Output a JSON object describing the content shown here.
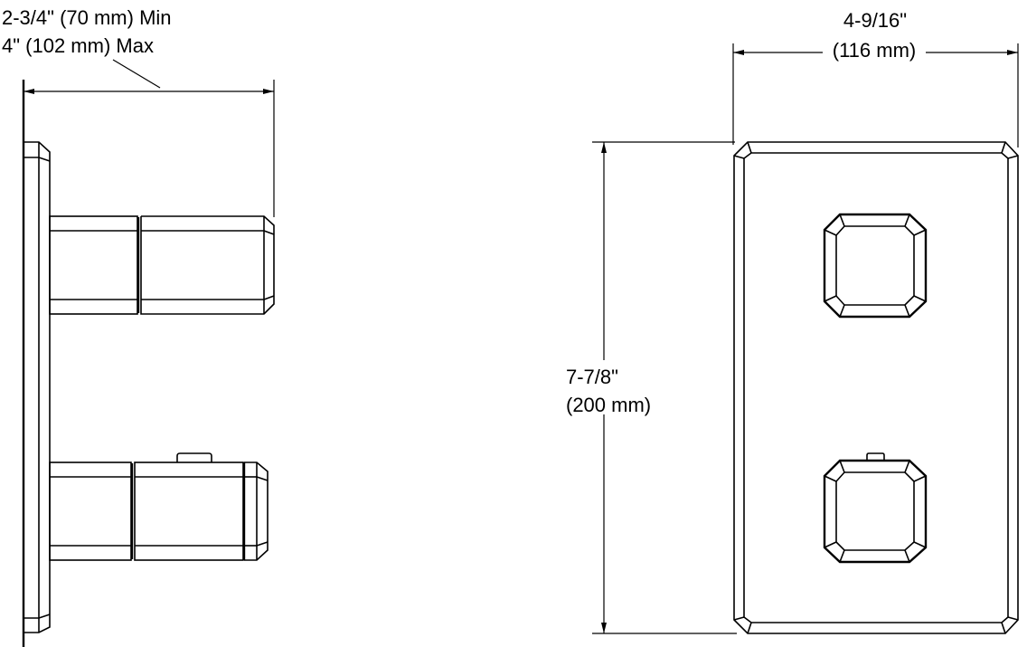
{
  "diagram": {
    "type": "technical-dimension-drawing",
    "views": [
      {
        "name": "side-view",
        "description": "Side profile of wall trim plate with two handles"
      },
      {
        "name": "front-view",
        "description": "Front elevation of rectangular trim plate with two square octagonal-chamfered handles"
      }
    ]
  },
  "dimensions": {
    "depth": {
      "line1": "2-3/4\" (70 mm) Min",
      "line2": "4\" (102 mm) Max"
    },
    "width": {
      "imperial": "4-9/16\"",
      "metric": "(116 mm)"
    },
    "height": {
      "imperial": "7-7/8\"",
      "metric": "(200 mm)"
    }
  },
  "colors": {
    "line": "#000000",
    "background": "#ffffff"
  }
}
